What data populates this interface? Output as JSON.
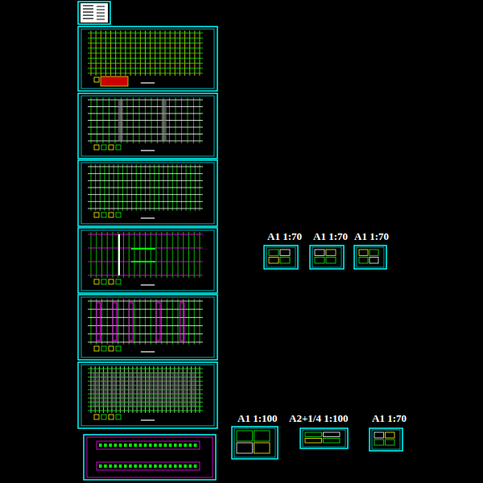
{
  "diagram": {
    "labels": [
      "A1 1:70",
      "A1 1:70",
      "A1 1:70",
      "A1 1:100",
      "A2+1/4 1:100",
      "A1 1:70"
    ]
  }
}
